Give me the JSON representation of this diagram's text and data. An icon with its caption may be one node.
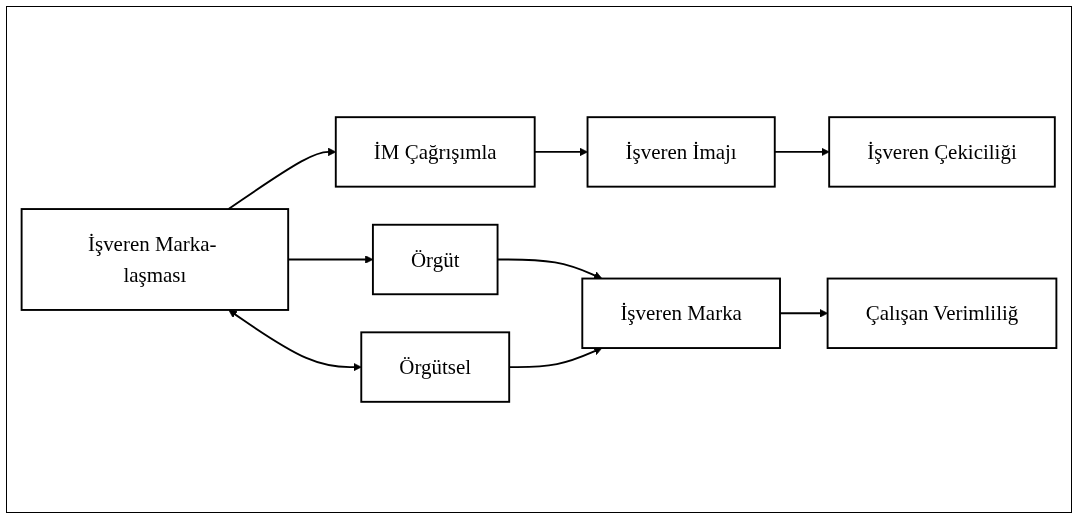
{
  "diagram": {
    "nodes": [
      {
        "text": [
          "İşveren Marka- laşması"
        ]
      },
      {
        "text": [
          "İM Çağrışımla"
        ]
      },
      {
        "text": [
          "İşveren İmajı"
        ]
      },
      {
        "text": [
          "İşveren Çekiciliği"
        ]
      },
      {
        "text": [
          "Örgüt"
        ]
      },
      {
        "text": [
          "Örgütsel"
        ]
      },
      {
        "text": [
          "İşveren Marka"
        ]
      },
      {
        "text": [
          "Çalışan Verimliliğ"
        ]
      }
    ],
    "edges": [
      {
        "from": 0,
        "to": 1,
        "arrow": "to"
      },
      {
        "from": 1,
        "to": 2,
        "arrow": "to"
      },
      {
        "from": 2,
        "to": 3,
        "arrow": "to"
      },
      {
        "from": 0,
        "to": 4,
        "arrow": "to"
      },
      {
        "from": 0,
        "to": 5,
        "arrow": "both"
      },
      {
        "from": 4,
        "to": 6,
        "arrow": "to"
      },
      {
        "from": 5,
        "to": 6,
        "arrow": "to"
      },
      {
        "from": 6,
        "to": 7,
        "arrow": "to"
      }
    ]
  }
}
